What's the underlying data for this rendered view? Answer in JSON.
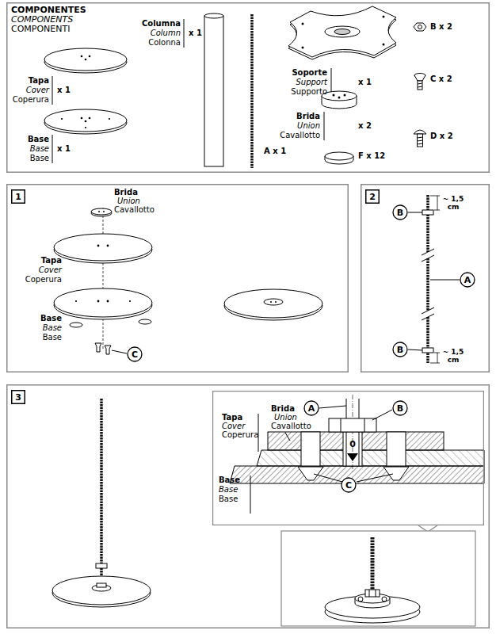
{
  "diagram": {
    "nodes": [
      {
        "text": [
          "COMPONENTES",
          "COMPONENTS",
          "COMPONENTI",
          "Columna",
          "Column",
          "Colonna",
          "x 1",
          "Soporte",
          "Support",
          "Supporto",
          "x 1",
          "B x 2",
          "Tapa",
          "Cover",
          "Coperura",
          "x 1",
          "C x 2",
          "Brida",
          "Union",
          "Cavallotto",
          "x 2",
          "Base",
          "Base",
          "Base",
          "x 1",
          "D x 2",
          "A x 1",
          "F x 12"
        ]
      },
      {
        "text": [
          "Brida",
          "Union",
          "Cavallotto",
          "Tapa",
          "Cover",
          "Coperura",
          "Base",
          "Base",
          "Base"
        ]
      },
      {
        "text": [
          "1"
        ],
        "in": 1
      },
      {
        "text": [
          "C"
        ],
        "in": 1
      },
      {
        "text": [
          "~ 1,5 cm",
          "~ 1,5 cm"
        ]
      },
      {
        "text": [
          "2"
        ],
        "in": 4
      },
      {
        "text": [
          "B"
        ],
        "in": 4
      },
      {
        "text": [
          "A"
        ],
        "in": 4
      },
      {
        "text": [
          "B"
        ],
        "in": 4
      },
      {
        "text": []
      },
      {
        "text": [
          "3"
        ],
        "in": 9
      },
      {
        "text": [
          "Brida",
          "Union",
          "Cavallotto",
          "Tapa",
          "Cover",
          "Coperura",
          "Base",
          "Base",
          "Base",
          "0"
        ],
        "in": 9
      },
      {
        "text": [
          "A"
        ],
        "in": 11
      },
      {
        "text": [
          "B"
        ],
        "in": 11
      },
      {
        "text": [
          "C"
        ],
        "in": 11
      }
    ]
  }
}
